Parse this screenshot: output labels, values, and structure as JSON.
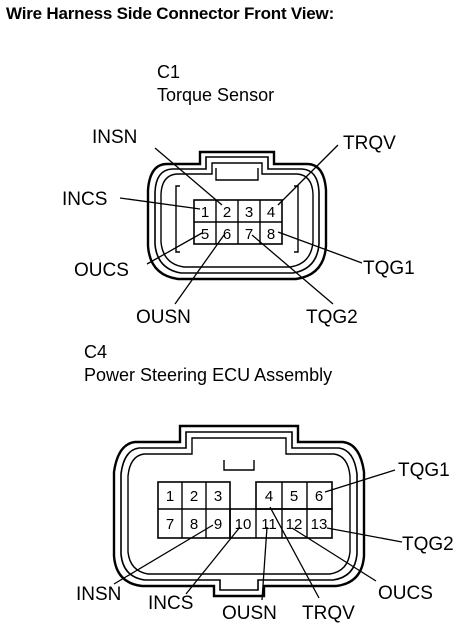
{
  "title": "Wire Harness Side Connector Front View:",
  "connectors": [
    {
      "id": "C1",
      "name": "Torque Sensor",
      "pins": [
        "1",
        "2",
        "3",
        "4",
        "5",
        "6",
        "7",
        "8"
      ],
      "signals": [
        {
          "label": "INSN",
          "pin": "2"
        },
        {
          "label": "TRQV",
          "pin": "4"
        },
        {
          "label": "INCS",
          "pin": "1"
        },
        {
          "label": "OUCS",
          "pin": "5"
        },
        {
          "label": "OUSN",
          "pin": "6"
        },
        {
          "label": "TQG2",
          "pin": "7"
        },
        {
          "label": "TQG1",
          "pin": "8"
        }
      ]
    },
    {
      "id": "C4",
      "name": "Power Steering ECU Assembly",
      "pins": [
        "1",
        "2",
        "3",
        "4",
        "5",
        "6",
        "7",
        "8",
        "9",
        "10",
        "11",
        "12",
        "13"
      ],
      "signals": [
        {
          "label": "TQG1",
          "pin": "6"
        },
        {
          "label": "TQG2",
          "pin": "13"
        },
        {
          "label": "INSN",
          "pin": "9"
        },
        {
          "label": "INCS",
          "pin": "10"
        },
        {
          "label": "OUSN",
          "pin": "11"
        },
        {
          "label": "TRQV",
          "pin": "4"
        },
        {
          "label": "OUCS",
          "pin": "12"
        }
      ]
    }
  ]
}
